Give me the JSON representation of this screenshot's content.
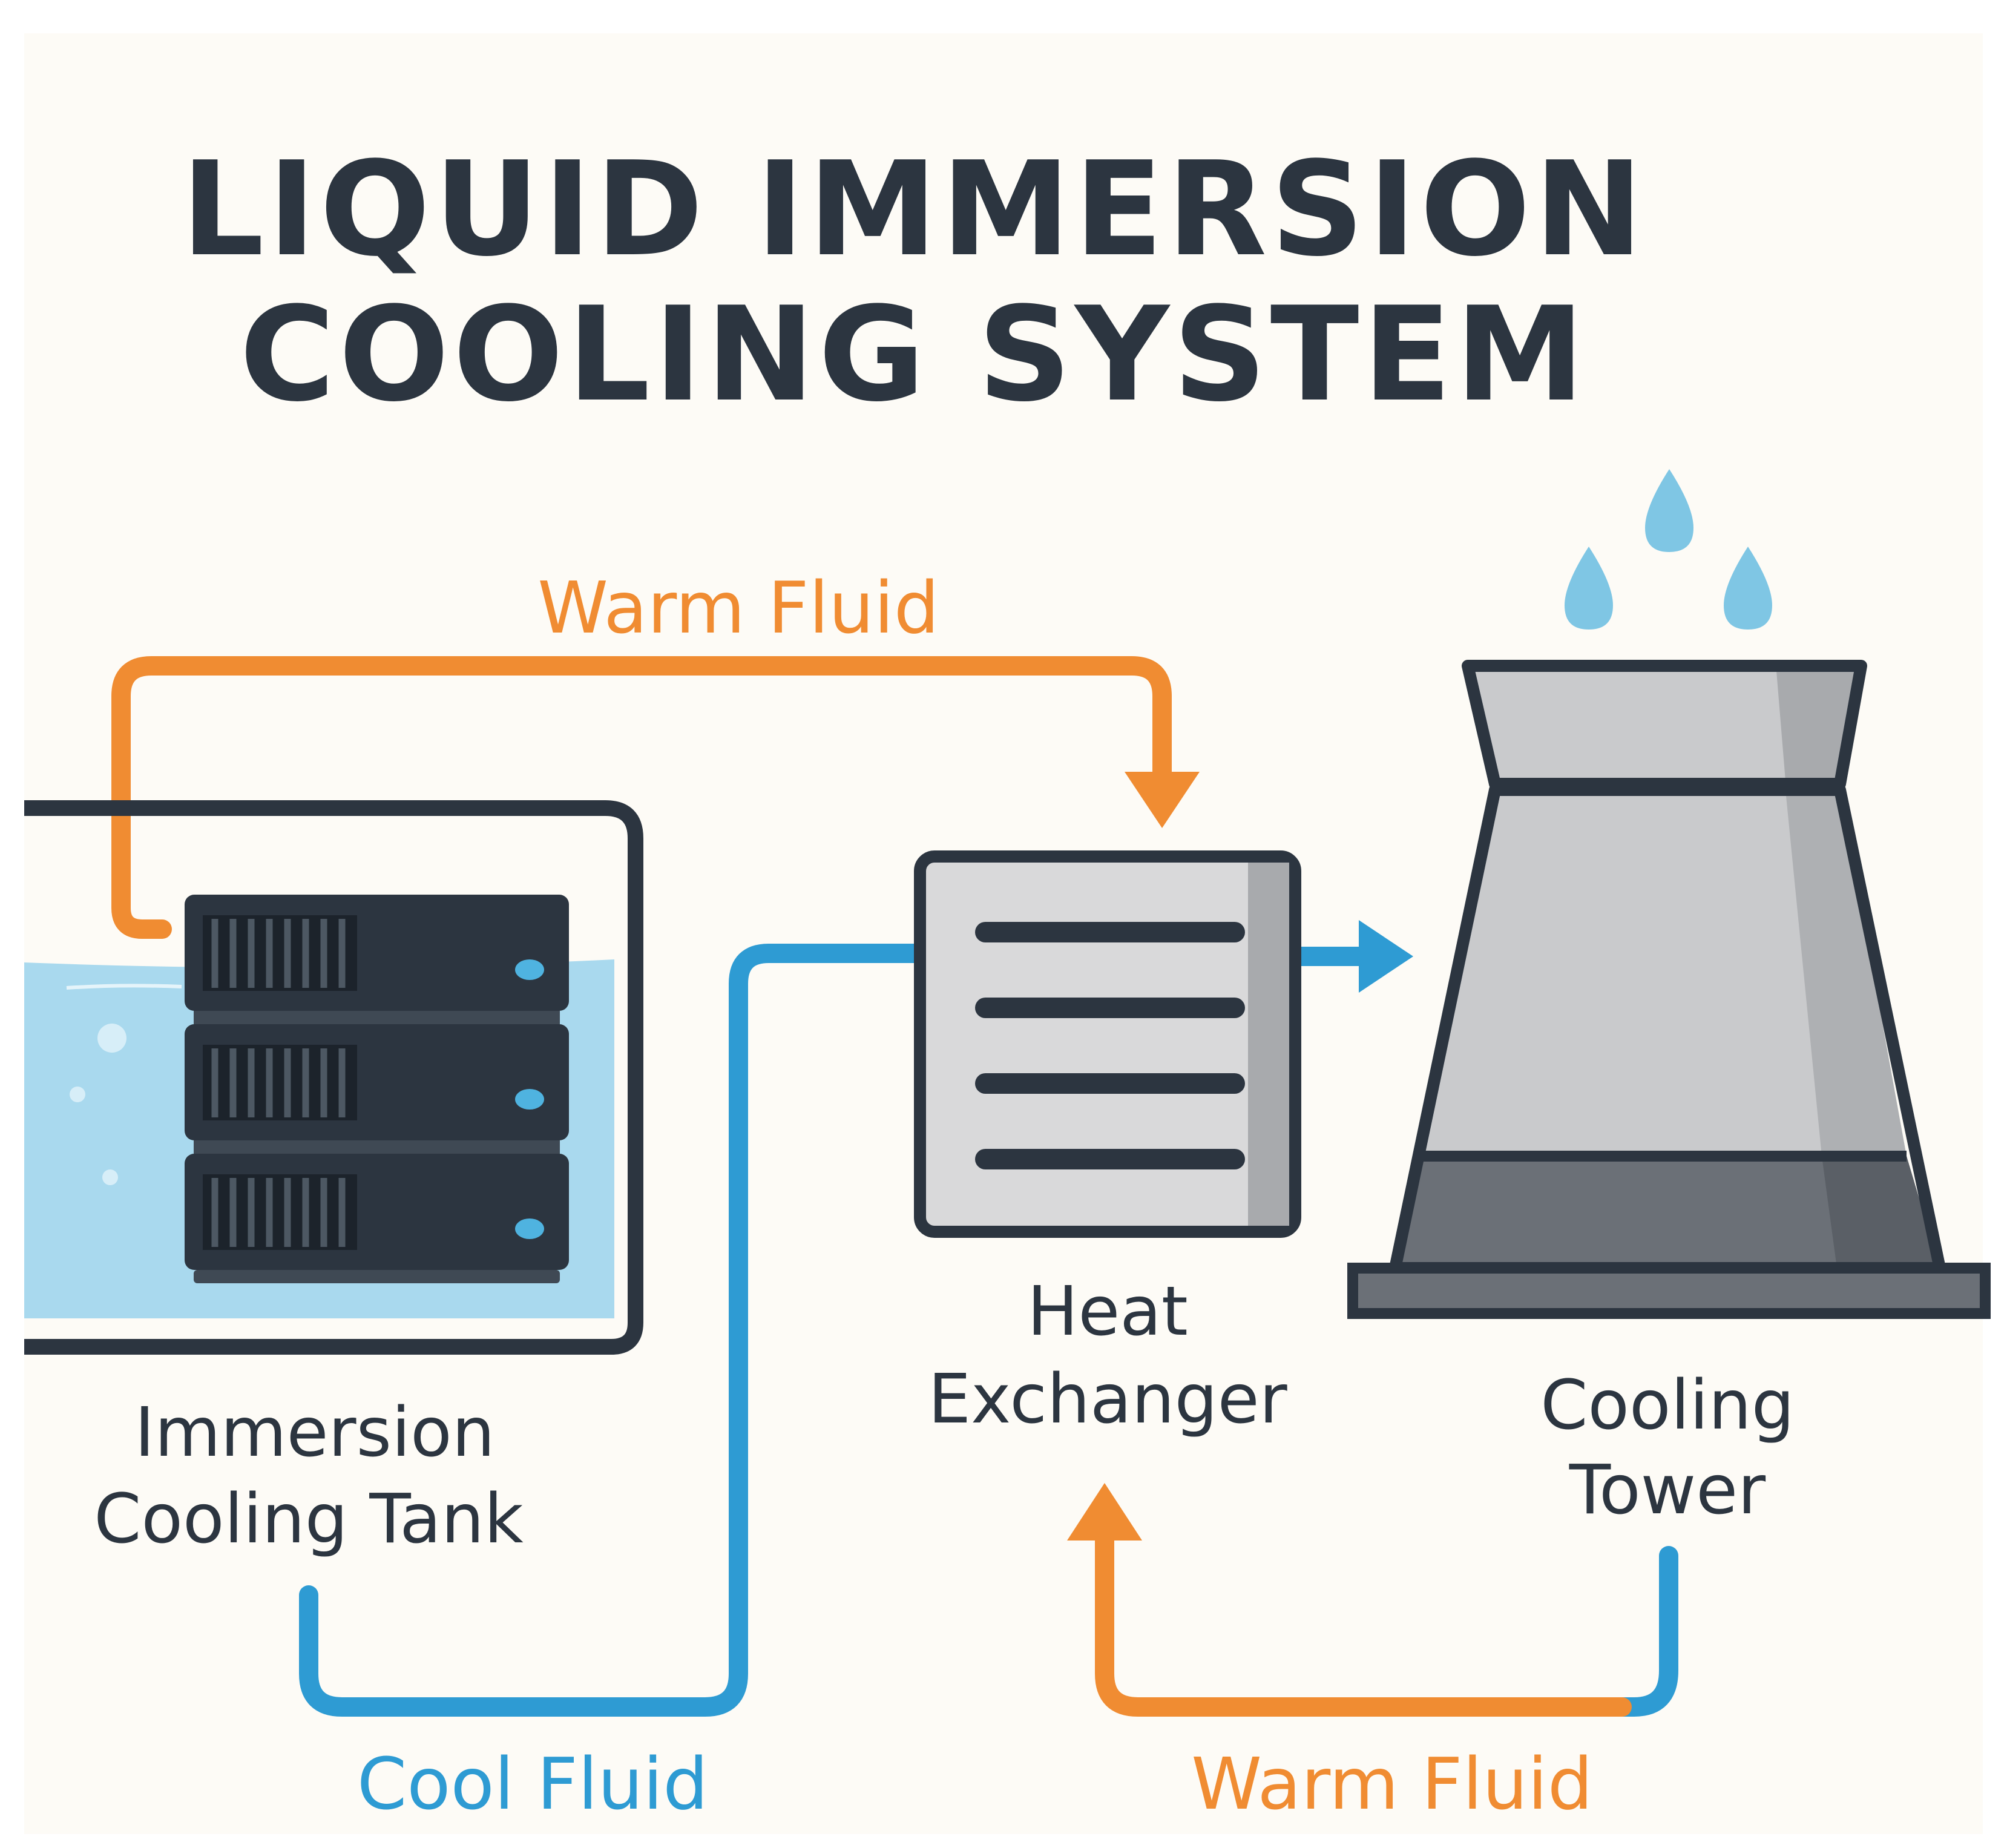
{
  "title": {
    "line1": "LIQUID IMMERSION",
    "line2": "COOLING SYSTEM"
  },
  "components": {
    "tank": {
      "line1": "Immersion",
      "line2": "Cooling Tank"
    },
    "exchanger": {
      "line1": "Heat",
      "line2": "Exchanger"
    },
    "tower": {
      "line1": "Cooling",
      "line2": "Tower"
    }
  },
  "flows": {
    "top_warm": "Warm Fluid",
    "cool": "Cool Fluid",
    "bottom_warm": "Warm Fluid"
  },
  "colors": {
    "background": "#fdfbf6",
    "ink": "#2c3540",
    "warm": "#f08c32",
    "cool": "#2e9bd3",
    "water": "#a9d9ee",
    "metal": "#c9cacc",
    "metal_dark": "#6b7077",
    "droplet": "#7fc6e4"
  },
  "icons": [
    "server-rack-icon",
    "water-droplet-icon",
    "heat-exchanger-icon",
    "cooling-tower-icon"
  ]
}
